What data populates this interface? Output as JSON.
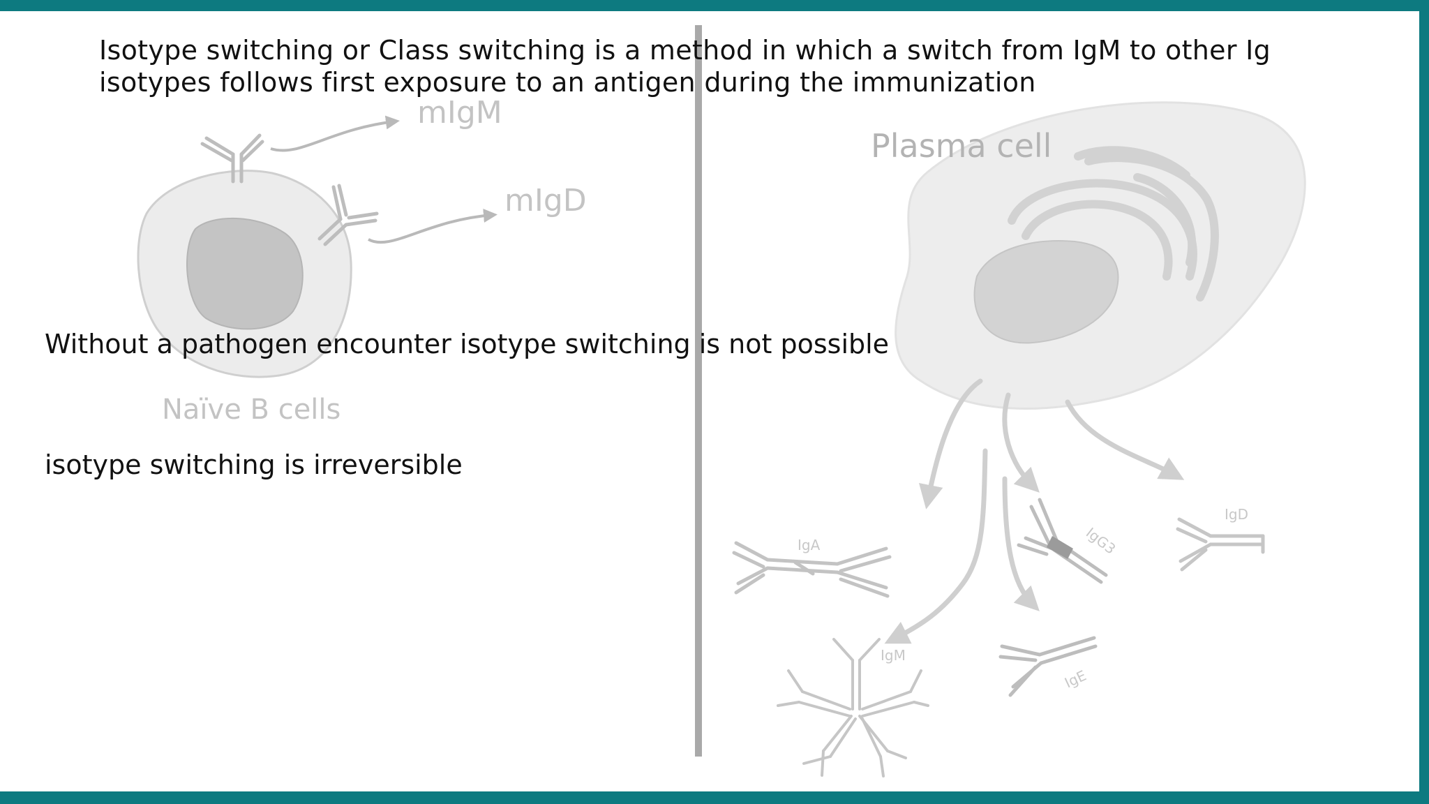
{
  "slide": {
    "intro_line_1": "Isotype switching or Class switching is a method in which a switch from IgM to other Ig",
    "intro_line_2": "isotypes follows first exposure to an antigen during the immunization",
    "statement_1": "Without a pathogen encounter isotype switching is not possible",
    "statement_2": "isotype switching is irreversible"
  },
  "naive_b_cell_panel": {
    "label_migm": "mIgM",
    "label_migd": "mIgD",
    "cell_label": "Naïve B cells"
  },
  "plasma_cell_panel": {
    "cell_label": "Plasma cell",
    "antibodies": {
      "iga": "IgA",
      "igg3": "IgG3",
      "igd": "IgD",
      "igm": "IgM",
      "ige": "IgE"
    }
  },
  "colors": {
    "frame": "#0d7a80",
    "divider": "#a9a9a9",
    "label_grey": "#c3c3c3",
    "cell_fill": "#ececec",
    "nucleus_fill": "#c4c4c4"
  }
}
